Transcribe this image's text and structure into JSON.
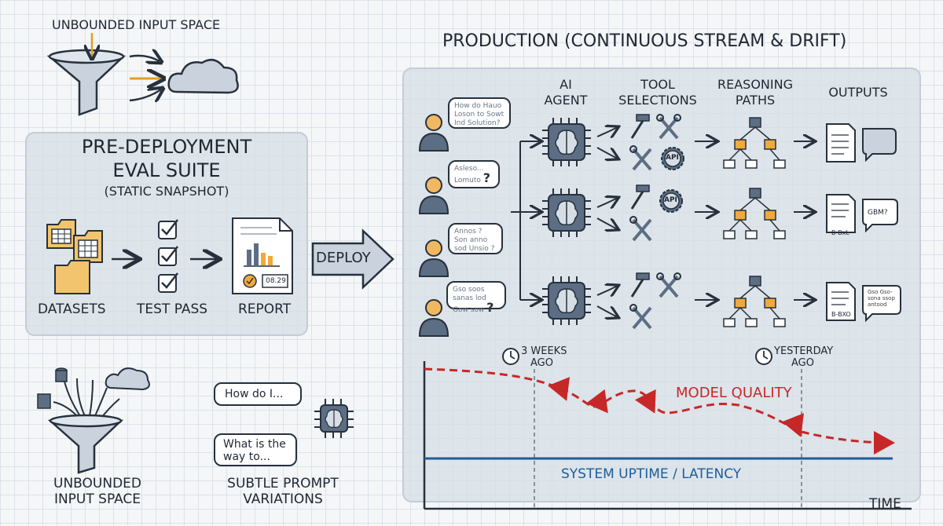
{
  "titles": {
    "production": "PRODUCTION (CONTINUOUS STREAM & DRIFT)",
    "eval_suite_line1": "PRE-DEPLOYMENT",
    "eval_suite_line2": "EVAL SUITE",
    "eval_suite_sub": "(STATIC SNAPSHOT)"
  },
  "top_left_label": "UNBOUNDED INPUT SPACE",
  "eval_steps": {
    "datasets": "DATASETS",
    "test_pass": "TEST PASS",
    "report": "REPORT",
    "report_stamp": "08.29"
  },
  "deploy_label": "DEPLOY",
  "columns": {
    "agent_line1": "AI",
    "agent_line2": "AGENT",
    "tools_line1": "TOOL",
    "tools_line2": "SELECTIONS",
    "paths_line1": "REASONING",
    "paths_line2": "PATHS",
    "outputs": "OUTPUTS"
  },
  "tool_badges": {
    "api": "API"
  },
  "user_bubbles": [
    {
      "text": "How do Hauo Loson to Sowt Ind Solution?",
      "mark": ""
    },
    {
      "text": "Asleso... Lomuto",
      "mark": "?"
    },
    {
      "text": "Annos ? Son anno sod Unsio ?",
      "mark": "?"
    },
    {
      "text": "Gso soos sanas lod Gow sow",
      "mark": "?"
    }
  ],
  "output_bubbles": [
    {
      "doc": "",
      "reply": ""
    },
    {
      "doc": "B-BxL",
      "reply": "GBM?"
    },
    {
      "doc": "B-BXO",
      "reply": "Gso Gso- sona ssop antood"
    }
  ],
  "timeline": {
    "marker_1_line1": "3 WEEKS",
    "marker_1_line2": "AGO",
    "marker_2_line1": "YESTERDAY",
    "marker_2_line2": "AGO",
    "model_quality": "MODEL QUALITY",
    "uptime": "SYSTEM UPTIME / LATENCY",
    "time_axis": "TIME"
  },
  "bottom": {
    "input_line1": "UNBOUNDED",
    "input_line2": "INPUT SPACE",
    "bubble_1": "How do I...",
    "bubble_2_line1": "What is the",
    "bubble_2_line2": "way to...",
    "variations_line1": "SUBTLE PROMPT",
    "variations_line2": "VARIATIONS"
  },
  "colors": {
    "ink": "#27313d",
    "quality": "#c62828",
    "uptime": "#1f5c99",
    "folder": "#f2c46d",
    "node": "#f0a93b",
    "chip": "#5c6e84",
    "cloud": "#c9d2dd"
  }
}
